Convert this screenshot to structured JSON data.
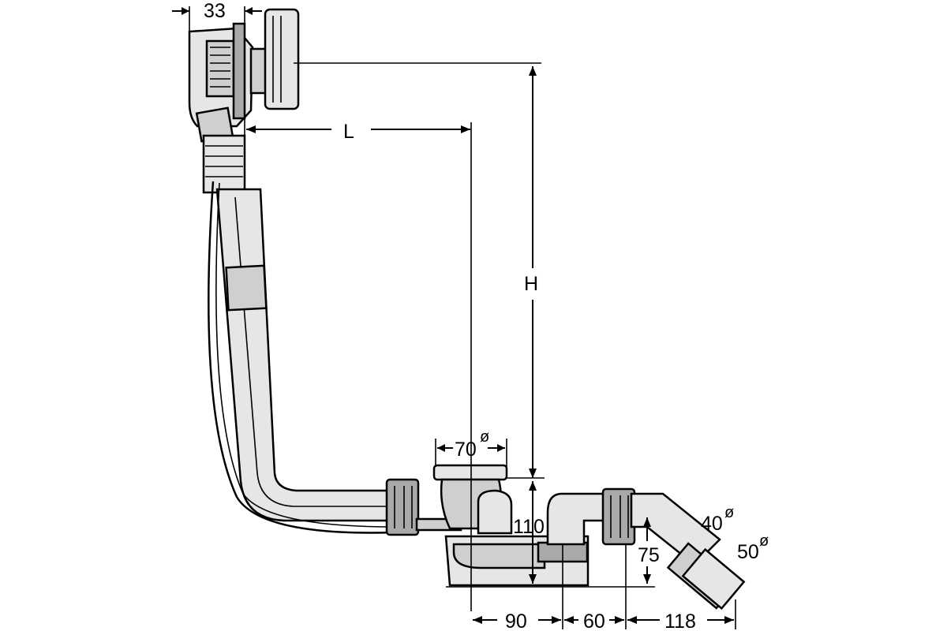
{
  "drawing": {
    "fill_light": "#e6e6e6",
    "fill_mid": "#cfcfcf",
    "fill_dark": "#a9a9a9",
    "stroke": "#000000"
  },
  "dimensions": {
    "overflow_depth": "33",
    "length": "L",
    "height": "H",
    "drain_diameter": "70",
    "drain_height": "110",
    "trap_height": "75",
    "outlet_40": "40",
    "outlet_50": "50",
    "dist_90": "90",
    "dist_60": "60",
    "dist_118": "118",
    "diameter_symbol": "ø"
  }
}
